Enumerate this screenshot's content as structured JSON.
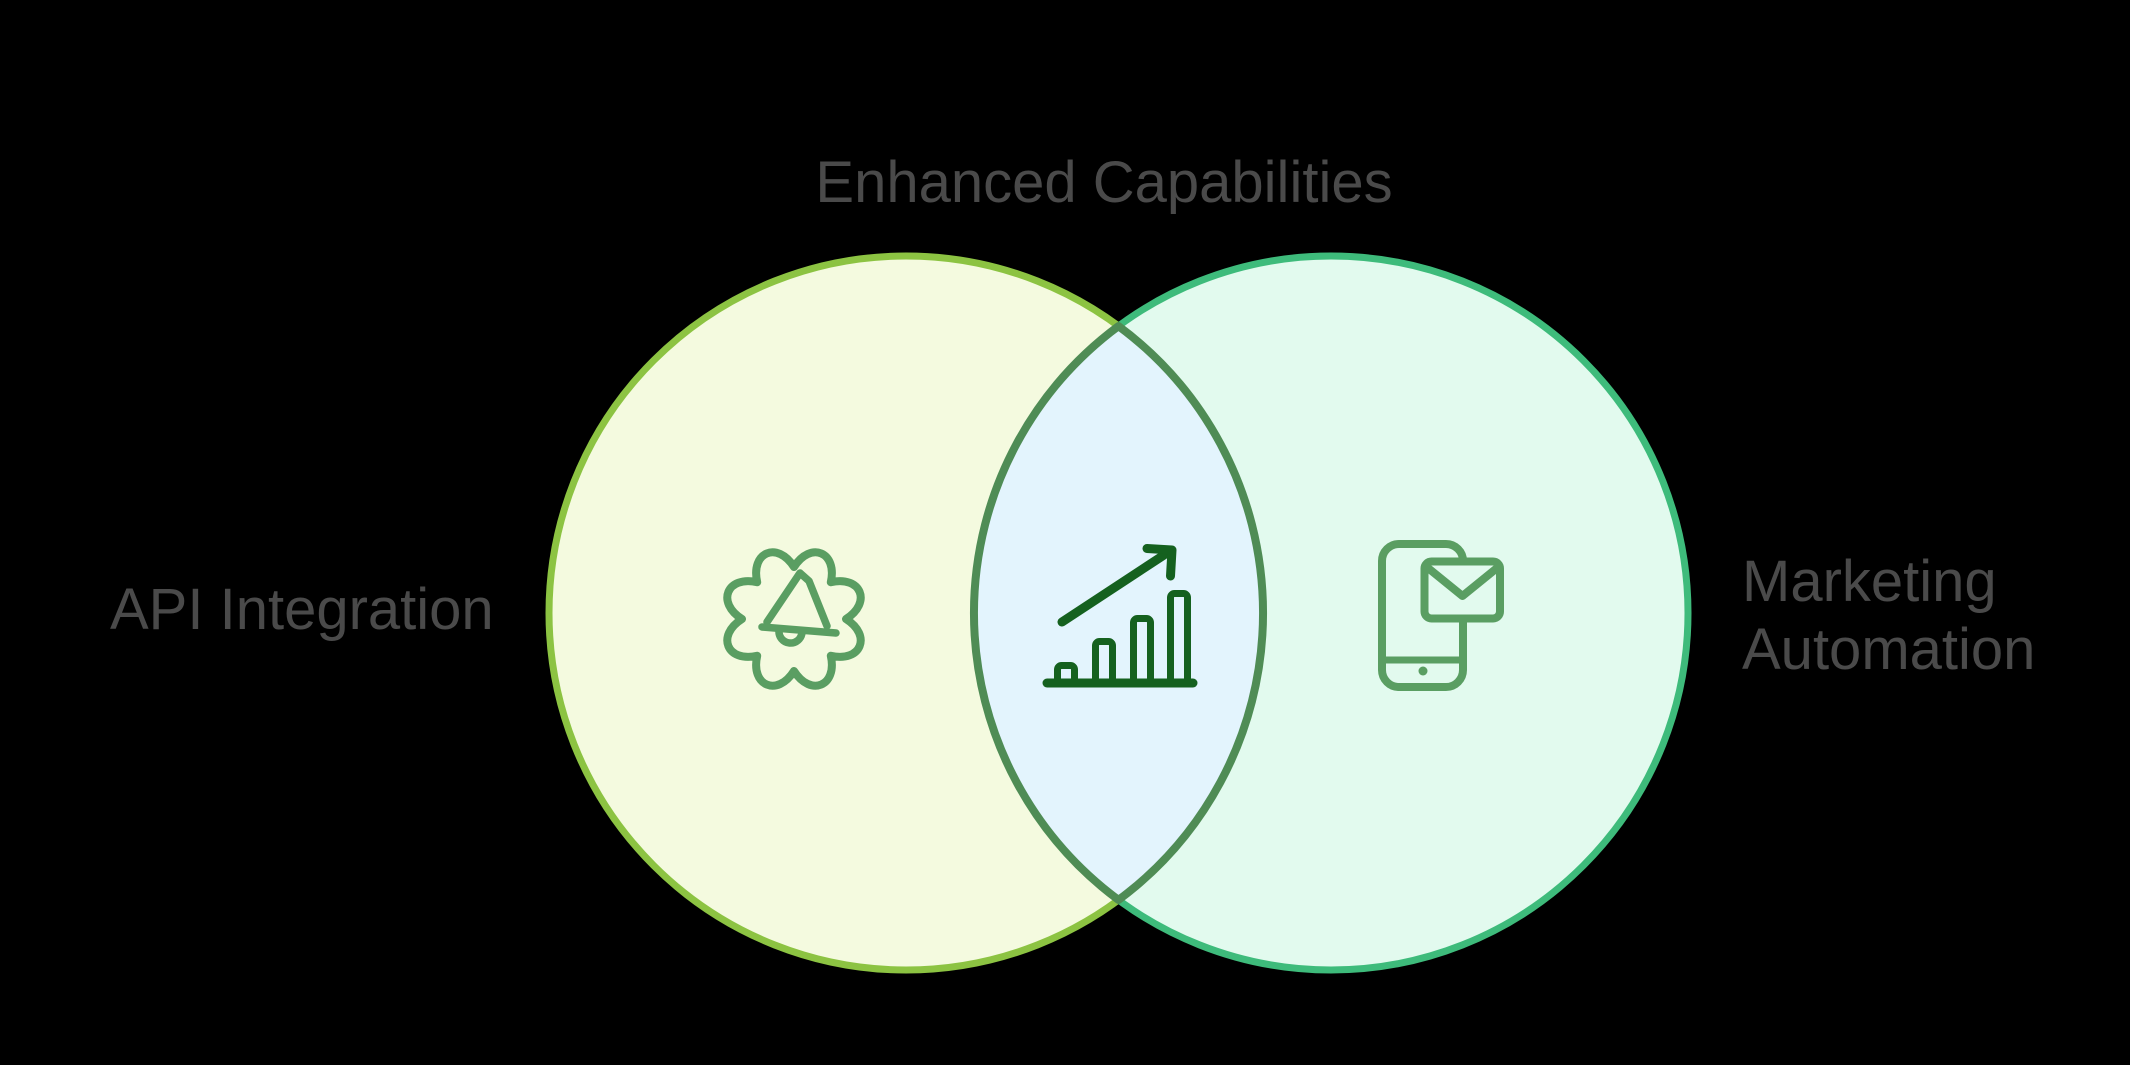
{
  "diagram": {
    "title": "Enhanced Capabilities",
    "left": {
      "label": "API Integration",
      "icon": "gear-megaphone-icon"
    },
    "right": {
      "label": "Marketing Automation",
      "label_lines": [
        "Marketing",
        "Automation"
      ],
      "icon": "phone-email-icon"
    },
    "intersection": {
      "icon": "growth-chart-icon"
    },
    "colors": {
      "background": "#000000",
      "label_text": "#4a4a4a",
      "left_circle_stroke": "#8cc342",
      "left_circle_fill": "#f4fadf",
      "right_circle_stroke": "#3ebb7b",
      "right_circle_fill": "#e2faee",
      "intersection_stroke": "#4f8c55",
      "intersection_fill": "#e3f4fd",
      "outline_icon_green": "#5a9e62",
      "chart_icon_dark_green": "#15611f"
    }
  }
}
